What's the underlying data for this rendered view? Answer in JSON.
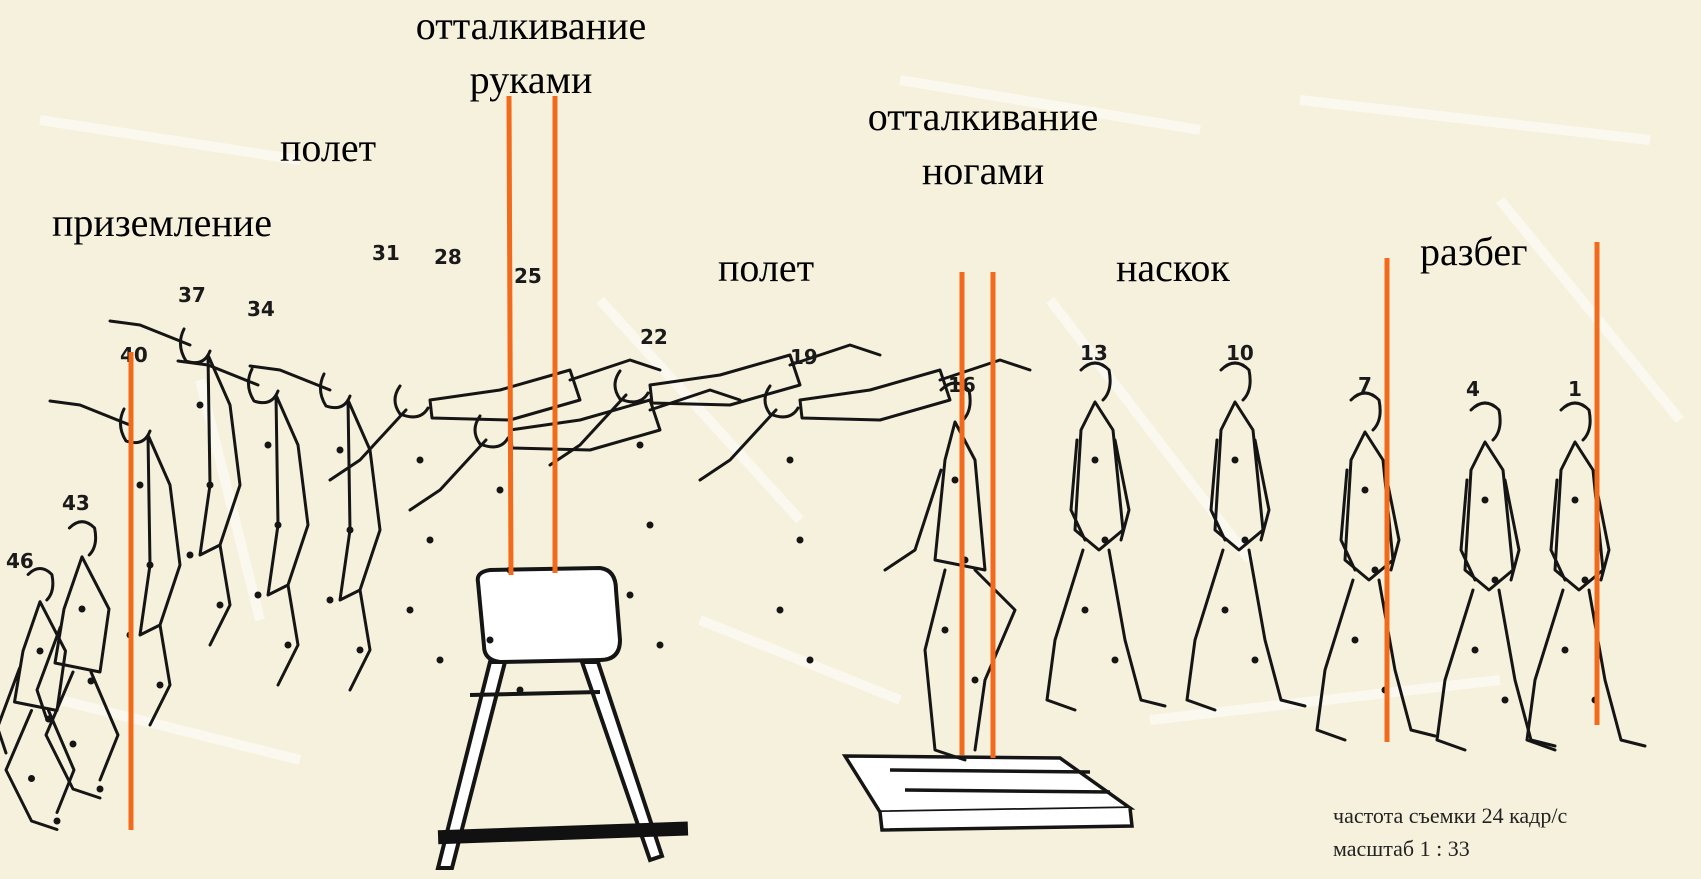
{
  "phases": {
    "landing": "приземление",
    "flight_second": "полет",
    "hand_push_line1": "отталкивание",
    "hand_push_line2": "руками",
    "flight_first": "полет",
    "foot_push_line1": "отталкивание",
    "foot_push_line2": "ногами",
    "jump_on": "наскок",
    "run_up": "разбег"
  },
  "frame_numbers": [
    "46",
    "43",
    "40",
    "37",
    "34",
    "31",
    "28",
    "25",
    "22",
    "19",
    "16",
    "13",
    "10",
    "7",
    "4",
    "1"
  ],
  "info": {
    "frame_rate": "частота съемки 24 кадр/с",
    "scale": "масштаб 1 : 33"
  },
  "colors": {
    "background": "#f6f1dc",
    "phase_line": "#f26a1b",
    "ink": "#151515"
  }
}
